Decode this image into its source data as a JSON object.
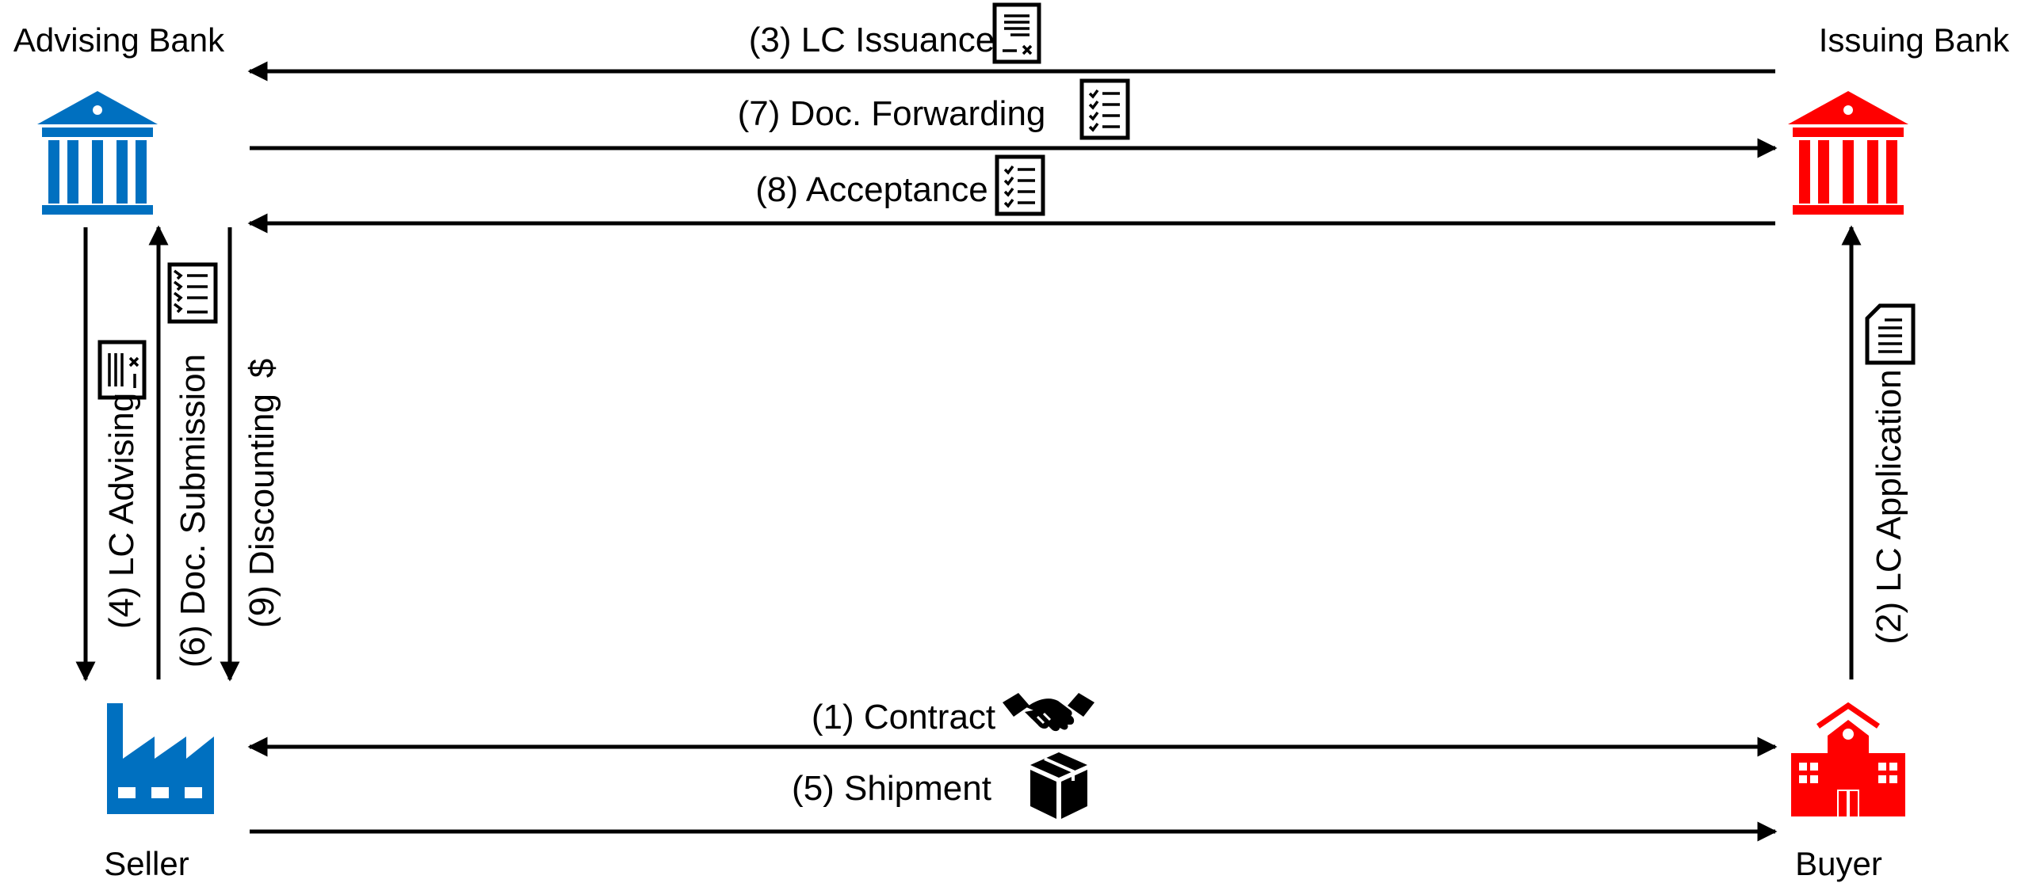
{
  "entities": {
    "advising_bank": {
      "label": "Advising Bank",
      "color": "#0070C0",
      "icon": "bank-icon"
    },
    "issuing_bank": {
      "label": "Issuing Bank",
      "color": "#FF0000",
      "icon": "bank-icon"
    },
    "seller": {
      "label": "Seller",
      "color": "#0070C0",
      "icon": "factory-icon"
    },
    "buyer": {
      "label": "Buyer",
      "color": "#FF0000",
      "icon": "school-building-icon"
    }
  },
  "flows": {
    "contract": {
      "label": "(1) Contract",
      "from": "seller",
      "to": "buyer",
      "icon": "handshake-icon",
      "bidirectional": true
    },
    "lc_application": {
      "label": "(2) LC Application",
      "from": "buyer",
      "to": "issuing_bank",
      "icon": "document-icon"
    },
    "lc_issuance": {
      "label": "(3) LC Issuance",
      "from": "issuing_bank",
      "to": "advising_bank",
      "icon": "contract-icon"
    },
    "lc_advising": {
      "label": "(4) LC Advising",
      "from": "advising_bank",
      "to": "seller",
      "icon": "contract-icon"
    },
    "shipment": {
      "label": "(5) Shipment",
      "from": "seller",
      "to": "buyer",
      "icon": "package-icon"
    },
    "doc_submission": {
      "label": "(6) Doc. Submission",
      "from": "seller",
      "to": "advising_bank",
      "icon": "checklist-icon"
    },
    "doc_forwarding": {
      "label": "(7) Doc. Forwarding",
      "from": "advising_bank",
      "to": "issuing_bank",
      "icon": "checklist-icon"
    },
    "acceptance": {
      "label": "(8) Acceptance",
      "from": "issuing_bank",
      "to": "advising_bank",
      "icon": "checklist-icon"
    },
    "discounting": {
      "label": "(9) Discounting",
      "from": "advising_bank",
      "to": "seller",
      "icon": "dollar-icon",
      "symbol": "$"
    }
  }
}
